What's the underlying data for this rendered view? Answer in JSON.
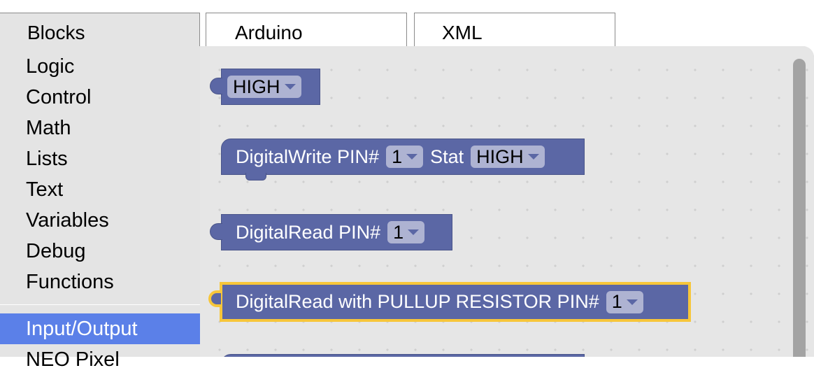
{
  "tabs": {
    "blocks": "Blocks",
    "arduino": "Arduino",
    "xml": "XML"
  },
  "sidebar": {
    "items": [
      {
        "label": "Logic"
      },
      {
        "label": "Control"
      },
      {
        "label": "Math"
      },
      {
        "label": "Lists"
      },
      {
        "label": "Text"
      },
      {
        "label": "Variables"
      },
      {
        "label": "Debug"
      },
      {
        "label": "Functions"
      },
      {
        "label": "Input/Output",
        "selected": true
      },
      {
        "label": "NEO Pixel"
      }
    ]
  },
  "blocks": {
    "high_value": {
      "value": "HIGH"
    },
    "digital_write": {
      "label": "DigitalWrite PIN#",
      "pin": "1",
      "stat_label": "Stat",
      "stat": "HIGH"
    },
    "digital_read": {
      "label": "DigitalRead PIN#",
      "pin": "1"
    },
    "digital_read_pullup": {
      "label": "DigitalRead with PULLUP RESISTOR PIN#",
      "pin": "1"
    }
  },
  "colors": {
    "block": "#5b67a5",
    "field": "#aeb3d2",
    "highlight": "#f7c63a",
    "selected_category": "#5b80e8",
    "sidebar": "#e4e4e4",
    "workspace": "#e6e6e6"
  }
}
